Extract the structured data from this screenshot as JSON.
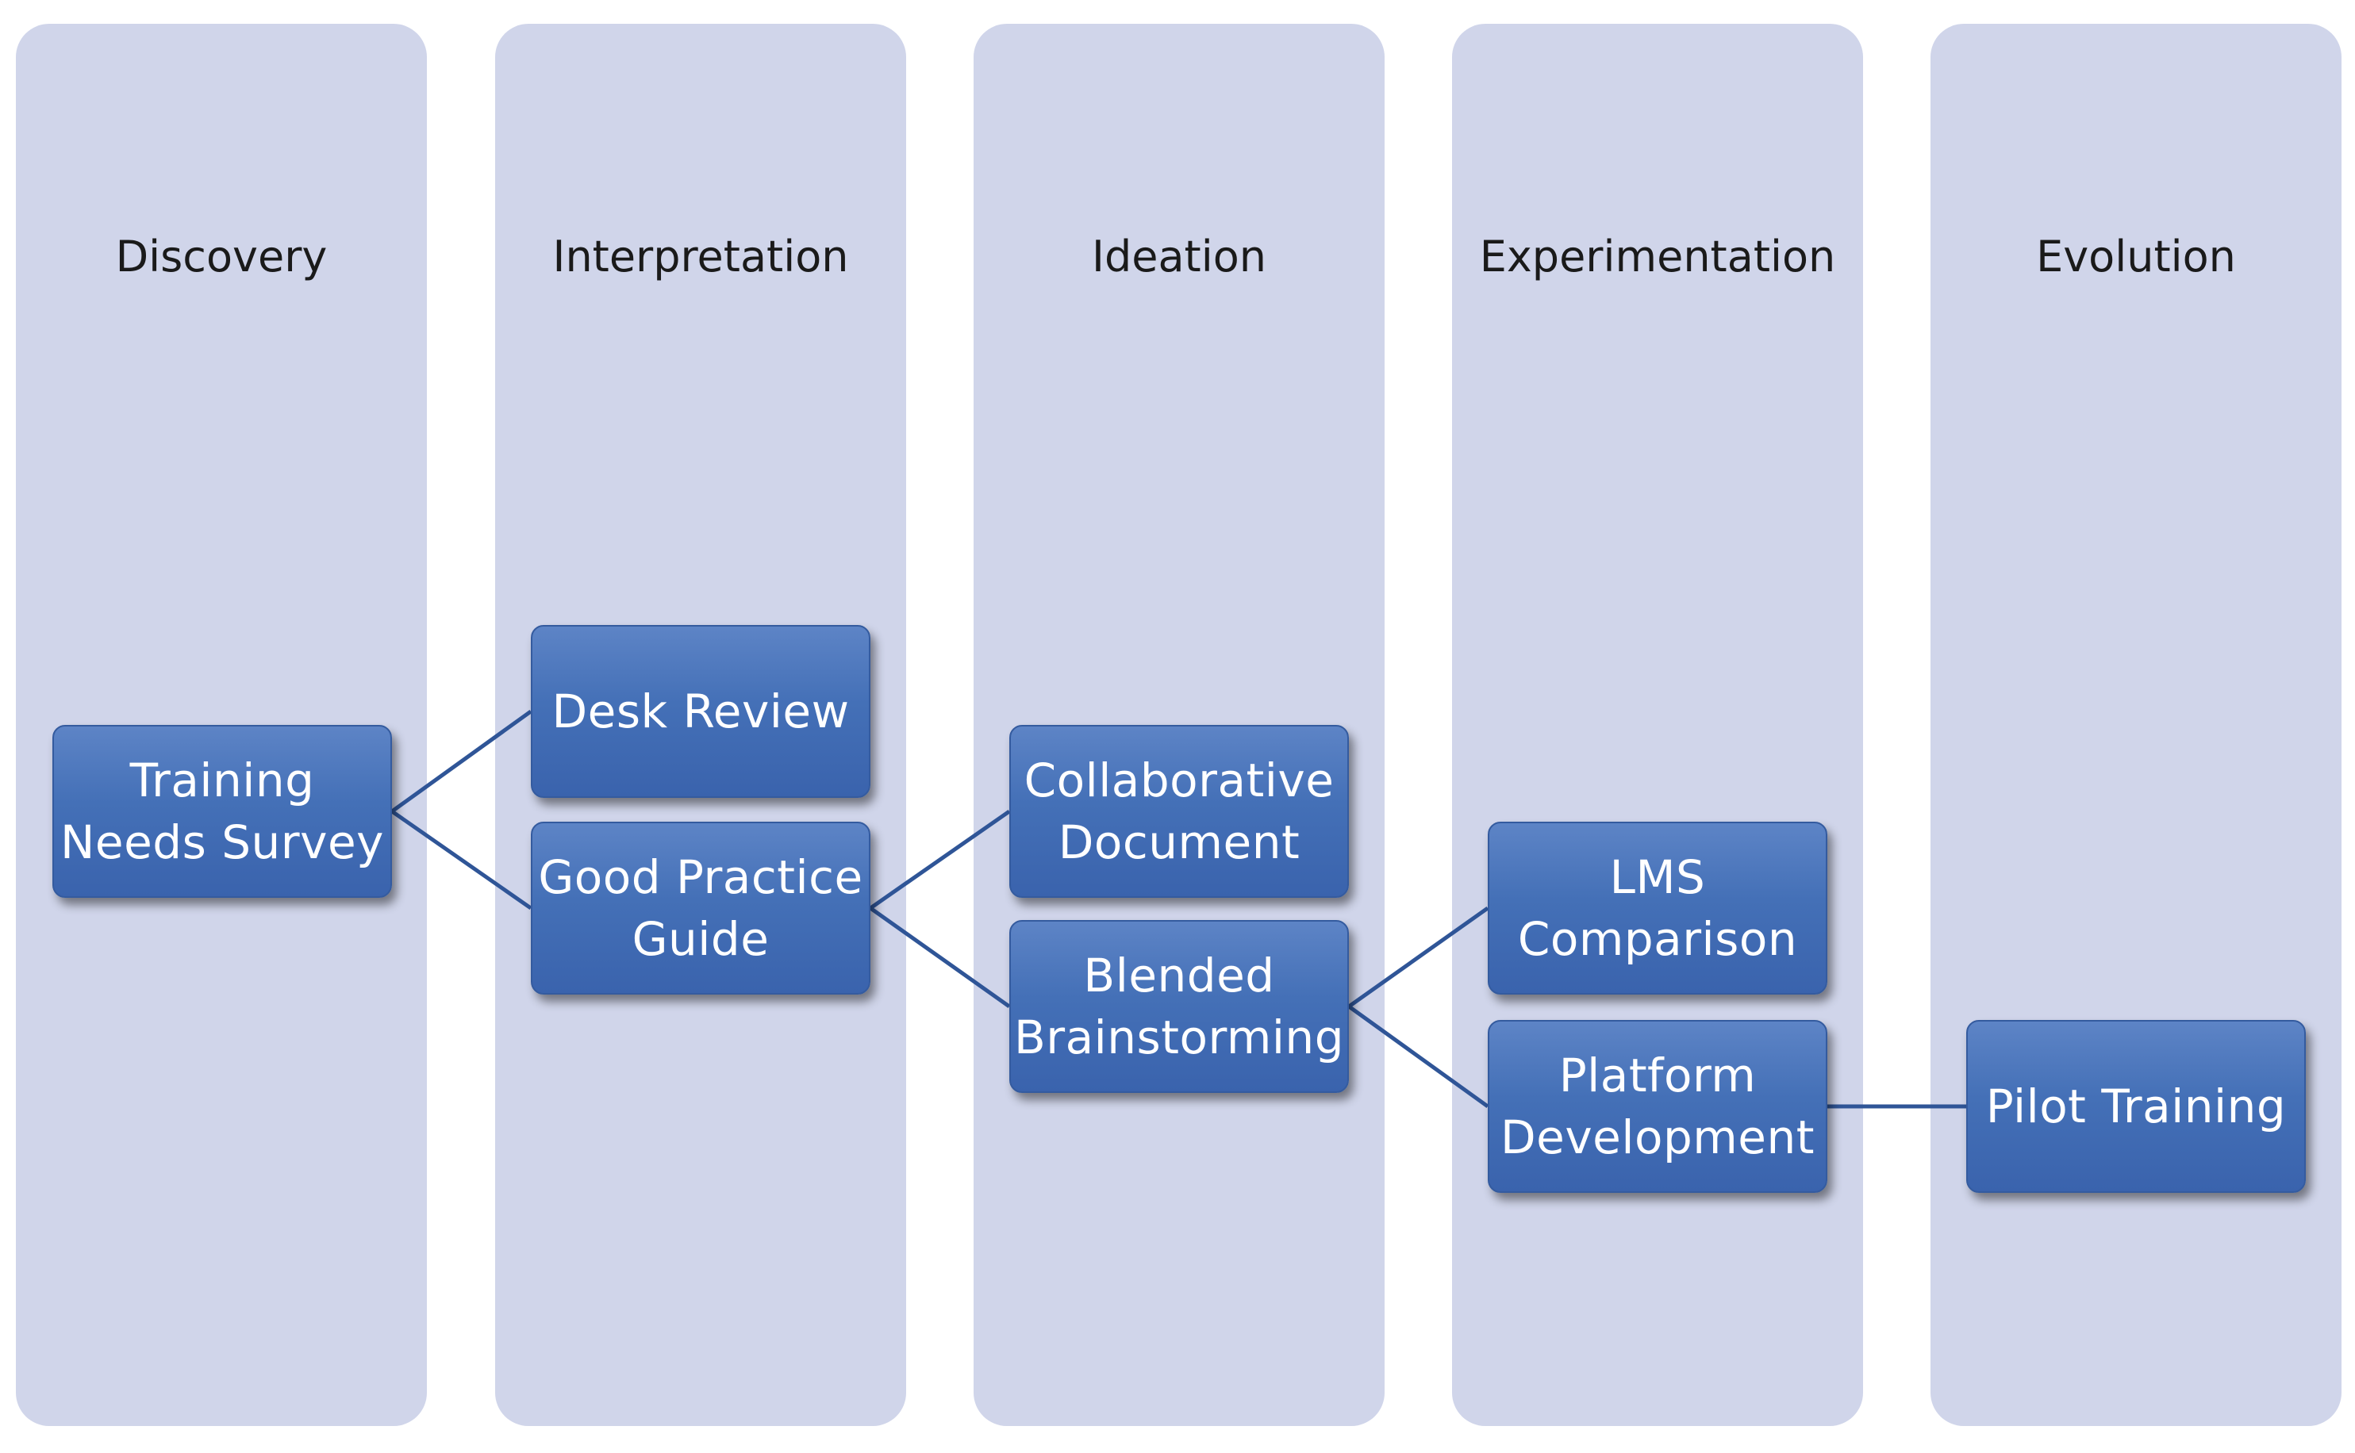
{
  "colors": {
    "column_fill": "#d0d5ea",
    "box_fill": "#4470b7",
    "connector": "#2f5597",
    "box_text": "#ffffff"
  },
  "columns": [
    {
      "title": "Discovery"
    },
    {
      "title": "Interpretation"
    },
    {
      "title": "Ideation"
    },
    {
      "title": "Experimentation"
    },
    {
      "title": "Evolution"
    }
  ],
  "nodes": {
    "training_needs_survey": "Training Needs Survey",
    "desk_review": "Desk Review",
    "good_practice_guide": "Good Practice Guide",
    "collaborative_document": "Collaborative Document",
    "blended_brainstorming": "Blended Brainstorming",
    "lms_comparison": "LMS Comparison",
    "platform_development": "Platform Development",
    "pilot_training": "Pilot Training"
  },
  "edges": [
    [
      "training_needs_survey",
      "desk_review"
    ],
    [
      "training_needs_survey",
      "good_practice_guide"
    ],
    [
      "good_practice_guide",
      "collaborative_document"
    ],
    [
      "good_practice_guide",
      "blended_brainstorming"
    ],
    [
      "blended_brainstorming",
      "lms_comparison"
    ],
    [
      "blended_brainstorming",
      "platform_development"
    ],
    [
      "platform_development",
      "pilot_training"
    ]
  ]
}
